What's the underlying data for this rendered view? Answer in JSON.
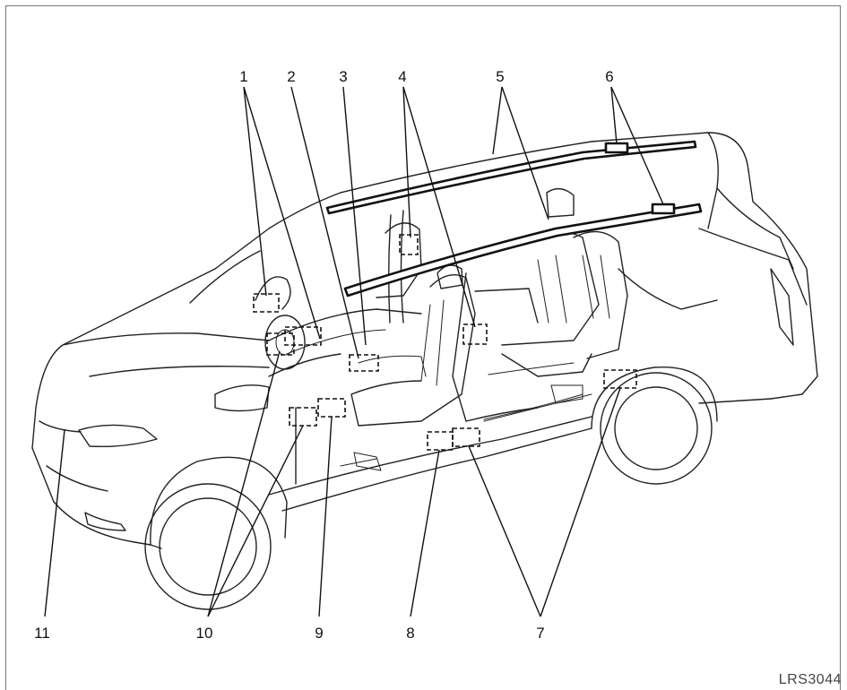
{
  "callouts": [
    {
      "label": "1"
    },
    {
      "label": "2"
    },
    {
      "label": "3"
    },
    {
      "label": "4"
    },
    {
      "label": "5"
    },
    {
      "label": "6"
    },
    {
      "label": "7"
    },
    {
      "label": "8"
    },
    {
      "label": "9"
    },
    {
      "label": "10"
    },
    {
      "label": "11"
    }
  ],
  "figure_code": "LRS3044"
}
